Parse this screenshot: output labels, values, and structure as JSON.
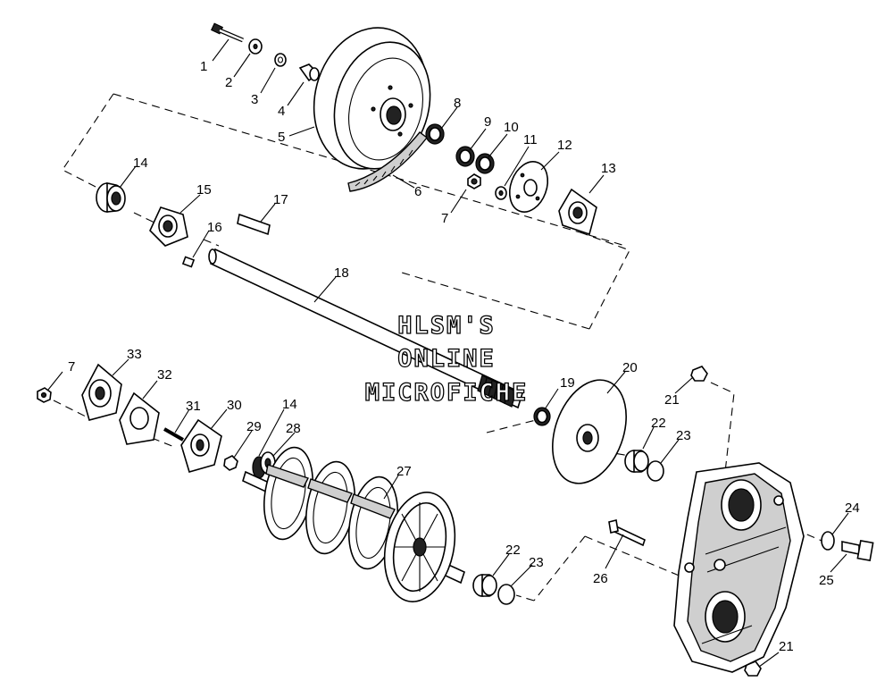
{
  "watermark": [
    "HLSM'S",
    "ONLINE",
    "MICROFICHE"
  ],
  "callouts": [
    {
      "id": "c1",
      "label": "1"
    },
    {
      "id": "c2",
      "label": "2"
    },
    {
      "id": "c3",
      "label": "3"
    },
    {
      "id": "c4",
      "label": "4"
    },
    {
      "id": "c5",
      "label": "5"
    },
    {
      "id": "c6",
      "label": "6"
    },
    {
      "id": "c7a",
      "label": "7"
    },
    {
      "id": "c8",
      "label": "8"
    },
    {
      "id": "c9",
      "label": "9"
    },
    {
      "id": "c10",
      "label": "10"
    },
    {
      "id": "c11",
      "label": "11"
    },
    {
      "id": "c12",
      "label": "12"
    },
    {
      "id": "c13",
      "label": "13"
    },
    {
      "id": "c14a",
      "label": "14"
    },
    {
      "id": "c15",
      "label": "15"
    },
    {
      "id": "c16",
      "label": "16"
    },
    {
      "id": "c17",
      "label": "17"
    },
    {
      "id": "c18",
      "label": "18"
    },
    {
      "id": "c19",
      "label": "19"
    },
    {
      "id": "c20",
      "label": "20"
    },
    {
      "id": "c21a",
      "label": "21"
    },
    {
      "id": "c22a",
      "label": "22"
    },
    {
      "id": "c23a",
      "label": "23"
    },
    {
      "id": "c24",
      "label": "24"
    },
    {
      "id": "c25",
      "label": "25"
    },
    {
      "id": "c26",
      "label": "26"
    },
    {
      "id": "c22b",
      "label": "22"
    },
    {
      "id": "c23b",
      "label": "23"
    },
    {
      "id": "c21b",
      "label": "21"
    },
    {
      "id": "c27",
      "label": "27"
    },
    {
      "id": "c28",
      "label": "28"
    },
    {
      "id": "c14b",
      "label": "14"
    },
    {
      "id": "c29",
      "label": "29"
    },
    {
      "id": "c30",
      "label": "30"
    },
    {
      "id": "c31",
      "label": "31"
    },
    {
      "id": "c32",
      "label": "32"
    },
    {
      "id": "c33",
      "label": "33"
    },
    {
      "id": "c7b",
      "label": "7"
    }
  ]
}
